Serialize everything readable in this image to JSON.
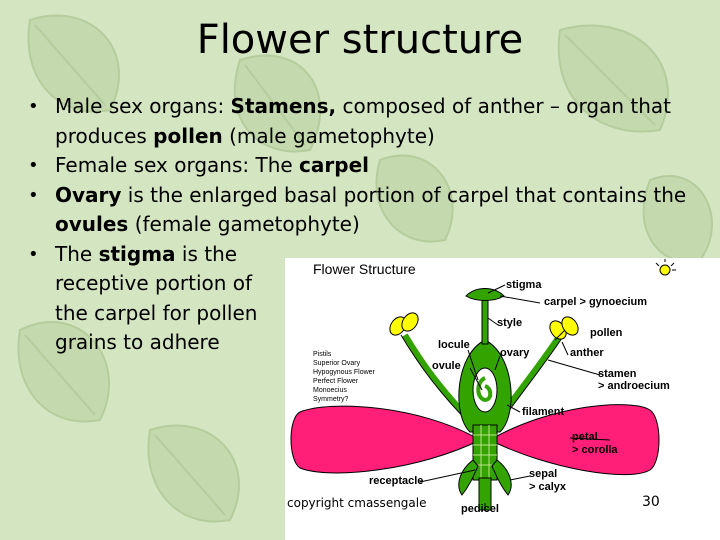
{
  "slide": {
    "title": "Flower structure",
    "bullets": [
      {
        "p1": "Male sex organs: ",
        "s1": "Stamens,",
        "p2": " composed of anther – organ that produces ",
        "s2": "pollen",
        "p3": " (male gametophyte)"
      },
      {
        "p1": "Female sex organs: The ",
        "s1": "carpel"
      },
      {
        "s1": "Ovary",
        "p1": " is the enlarged basal portion of carpel that contains the ",
        "s2": "ovules",
        "p2": " (female gametophyte)"
      },
      {
        "p1": "The ",
        "s1": "stigma",
        "p2": " is the",
        "l2": "receptive portion of",
        "l3": "the carpel for pollen",
        "l4": "grains to adhere"
      }
    ],
    "copyright": "copyright cmassengale",
    "page_number": "30"
  },
  "diagram": {
    "title": "Flower Structure",
    "labels": {
      "stigma": "stigma",
      "carpel": "carpel > gynoecium",
      "style": "style",
      "pollen": "pollen",
      "locule": "locule",
      "ovary": "ovary",
      "anther": "anther",
      "ovule": "ovule",
      "stamen1": "stamen",
      "stamen2": "> androecium",
      "filament": "filament",
      "petal1": "petal",
      "petal2": "> corolla",
      "receptacle": "receptacle",
      "sepal1": "sepal",
      "sepal2": "> calyx",
      "pedicel": "pedicel"
    },
    "small_text": [
      "Pistils",
      "Superior Ovary",
      "Hypogynous Flower",
      "Perfect Flower",
      "Monoecius",
      "Symmetry?"
    ],
    "colors": {
      "petal": "#ff1f78",
      "green": "#33a300",
      "pollen": "#ffff00",
      "label": "#000000"
    }
  }
}
